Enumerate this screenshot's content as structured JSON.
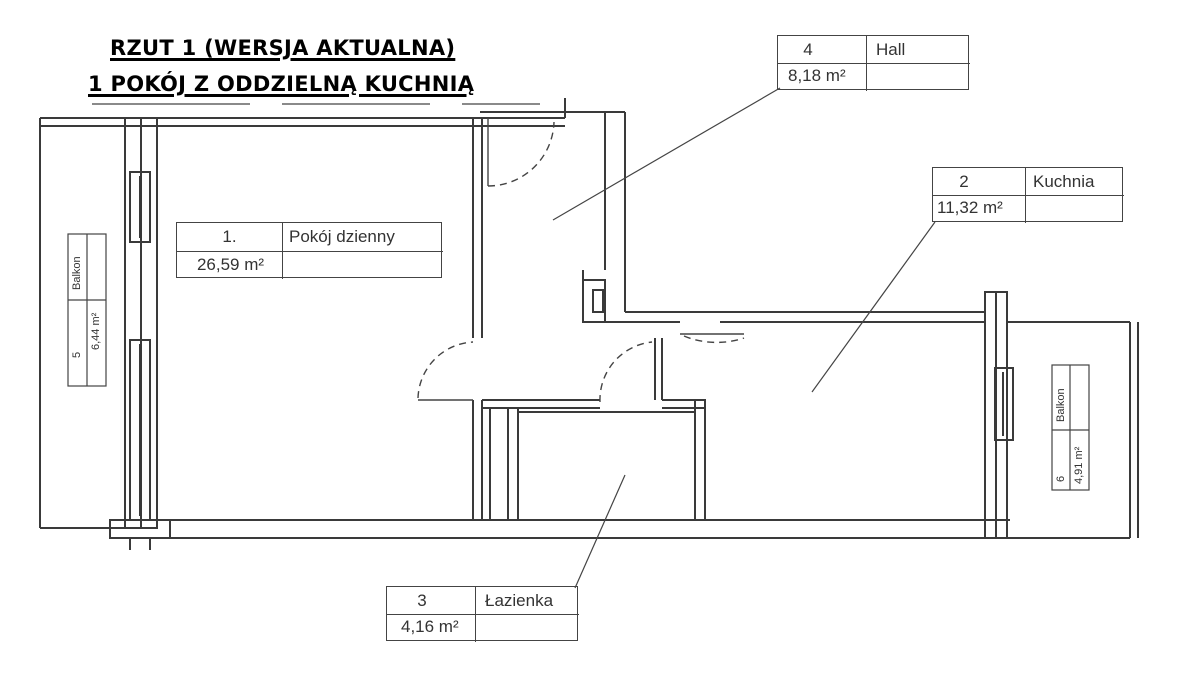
{
  "title": {
    "line1": "RZUT 1 (WERSJA AKTUALNA)",
    "line2": "1 POKÓJ Z ODDZIELNĄ KUCHNIĄ"
  },
  "rooms": {
    "pokoj": {
      "number": "1.",
      "name": "Pokój dzienny",
      "area": "26,59 m²"
    },
    "kuchnia": {
      "number": "2",
      "name": "Kuchnia",
      "area": "11,32 m²"
    },
    "lazienka": {
      "number": "3",
      "name": "Łazienka",
      "area": "4,16 m²"
    },
    "hall": {
      "number": "4",
      "name": "Hall",
      "area": "8,18 m²"
    },
    "balkon5": {
      "number": "5",
      "name": "Balkon",
      "area": "6,44 m²"
    },
    "balkon6": {
      "number": "6",
      "name": "Balkon",
      "area": "4,91 m²"
    }
  },
  "colors": {
    "wall": "#3a3a3a",
    "line": "#444444",
    "background": "#ffffff"
  }
}
